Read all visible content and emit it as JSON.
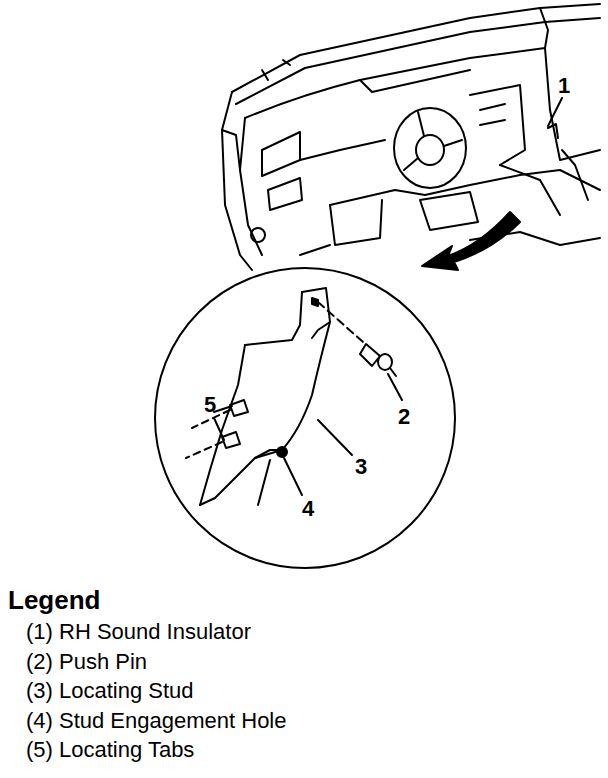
{
  "diagram": {
    "labels": [
      "1",
      "5",
      "2",
      "3",
      "4",
      "Legend"
    ],
    "legend": [
      {
        "text": "(1) RH Sound Insulator"
      },
      {
        "text": "(2) Push Pin"
      },
      {
        "text": "(3) Locating Stud"
      },
      {
        "text": "(4) Stud Engagement Hole"
      },
      {
        "text": "(5) Locating Tabs"
      }
    ]
  }
}
